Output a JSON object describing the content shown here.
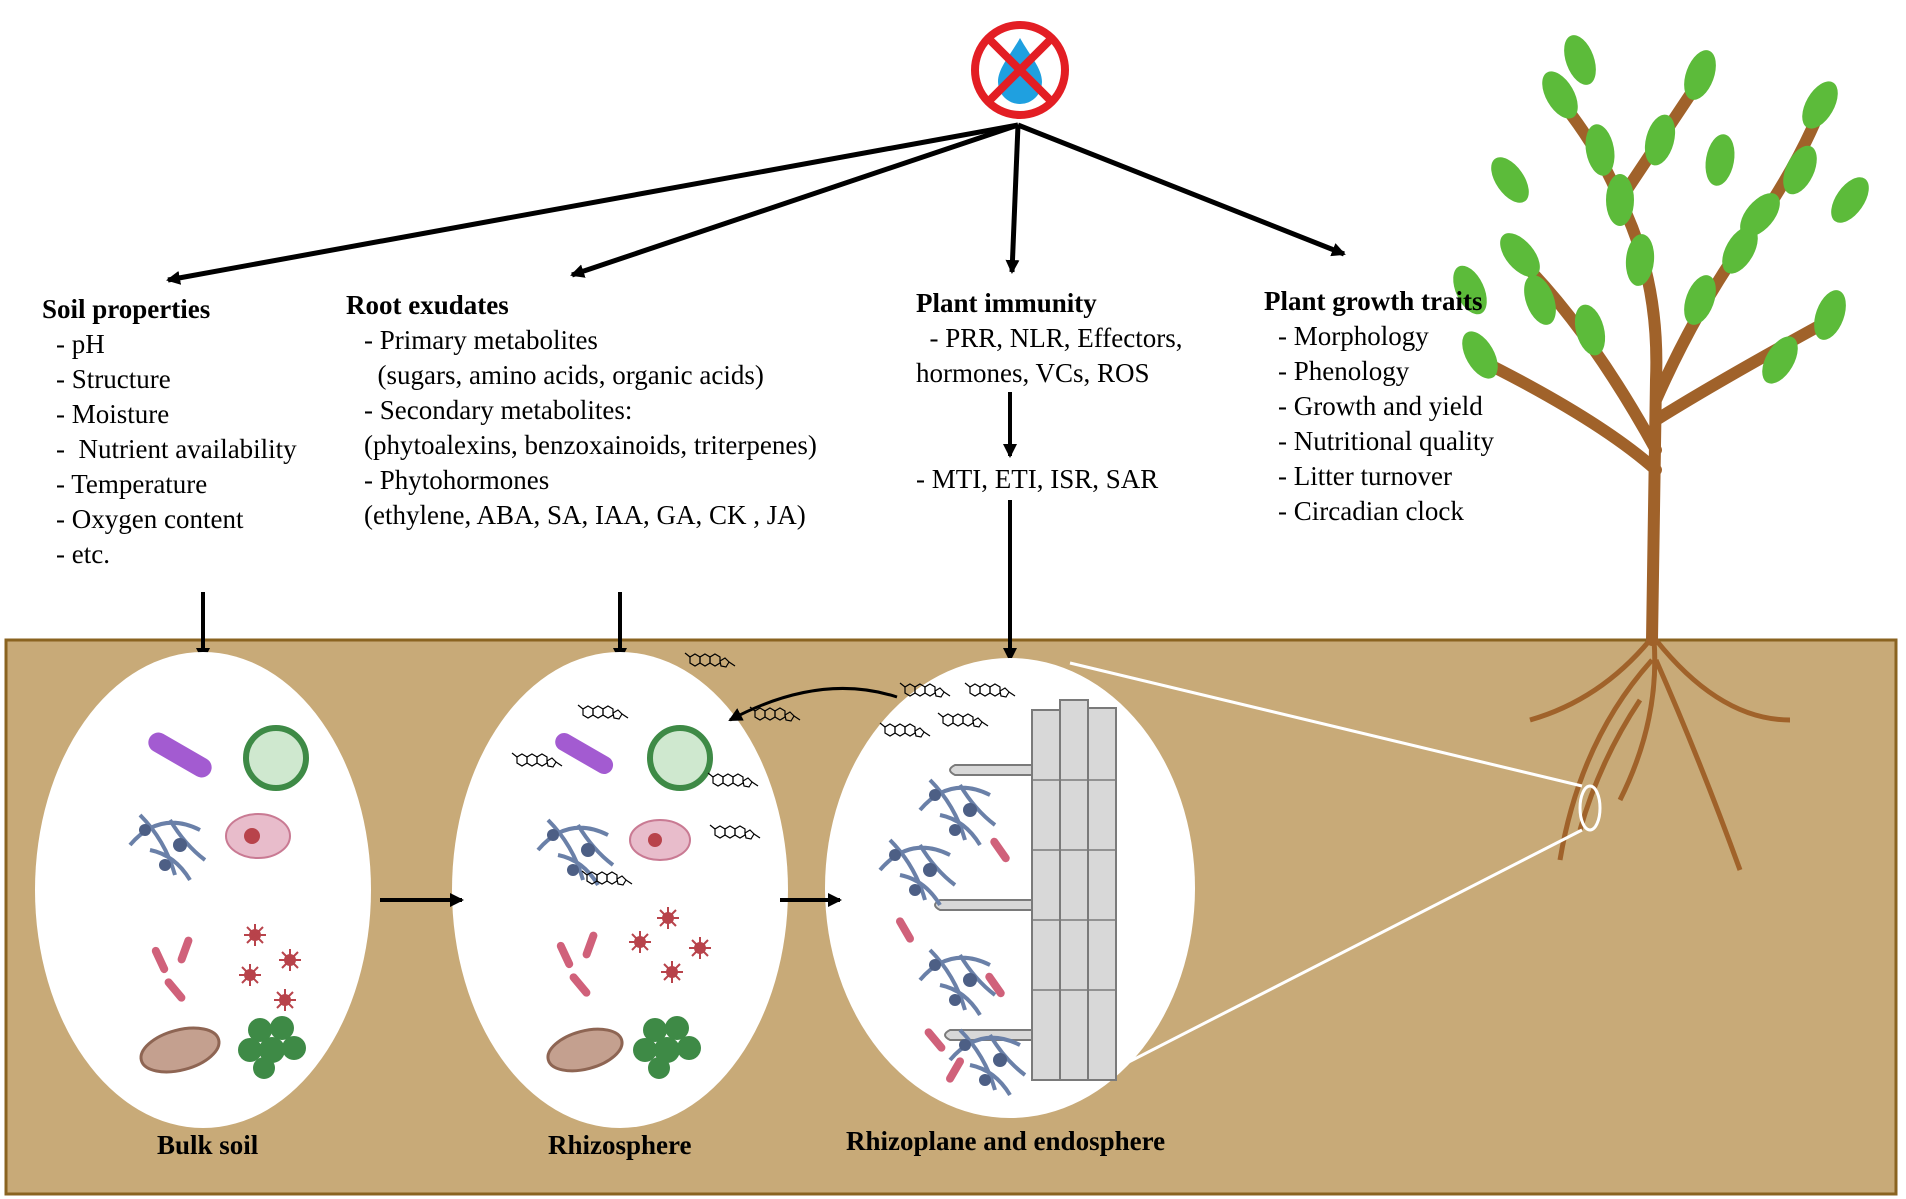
{
  "blocks": {
    "soil": {
      "title": "Soil properties",
      "items": [
        "- pH",
        "- Structure",
        "- Moisture",
        "-  Nutrient availability",
        "- Temperature",
        "- Oxygen content",
        "- etc."
      ]
    },
    "exudates": {
      "title": "Root exudates",
      "items": [
        "- Primary metabolites",
        "  (sugars, amino acids, organic acids)",
        "- Secondary metabolites:",
        "(phytoalexins, benzoxainoids, triterpenes)",
        "- Phytohormones",
        "(ethylene, ABA, SA, IAA, GA, CK , JA)"
      ]
    },
    "immunity": {
      "title": "Plant immunity",
      "items": [
        "  - PRR, NLR, Effectors,",
        "hormones, VCs, ROS"
      ],
      "result": "- MTI, ETI, ISR, SAR"
    },
    "growth": {
      "title": "Plant growth traits",
      "items": [
        "- Morphology",
        "- Phenology",
        "- Growth and yield",
        "- Nutritional quality",
        "- Litter turnover",
        "- Circadian clock"
      ]
    }
  },
  "compartments": {
    "bulk_soil": "Bulk soil",
    "rhizosphere": "Rhizosphere",
    "rhizoplane": "Rhizoplane and endosphere"
  },
  "icons": [
    "no-water-icon",
    "tree-icon",
    "bacteria-icon",
    "fungus-icon",
    "protist-icon",
    "virus-icon",
    "algae-icon",
    "molecule-icon"
  ],
  "colors": {
    "soil": "#c8aa78",
    "soil_border": "#8a6320",
    "drop": "#1fa0e0",
    "prohibit": "#e31e24",
    "leaf": "#5cbb3a",
    "trunk": "#a0622a",
    "bacteria": "#d0617a",
    "fungus": "#6a80a8",
    "algae": "#3e8a46"
  }
}
